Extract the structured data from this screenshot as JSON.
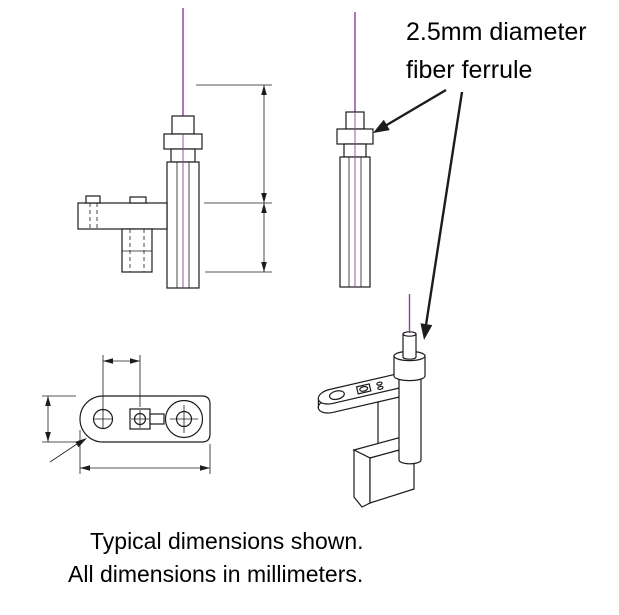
{
  "callout": {
    "line1": "2.5mm diameter",
    "line2": "fiber ferrule"
  },
  "caption": {
    "line1": "Typical dimensions shown.",
    "line2": "All dimensions in millimeters."
  },
  "colors": {
    "outline": "#1c1c1c",
    "fiber": "#8d3d9e",
    "text": "#000000",
    "background": "#ffffff"
  },
  "views": {
    "front": "front orthographic view of ferrule clamp bracket",
    "side": "side orthographic view of fiber ferrule",
    "plan": "top plan view of bracket plate",
    "isometric": "isometric view of ferrule in bracket"
  }
}
